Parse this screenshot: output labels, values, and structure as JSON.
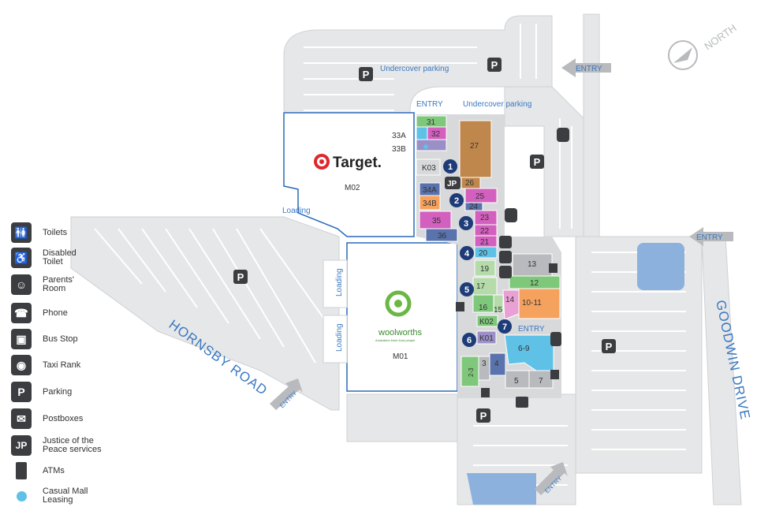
{
  "north_label": "NORTH",
  "roads": {
    "hornsby": "HORNSBY ROAD",
    "goodwin": "GOODWIN DRIVE"
  },
  "entries": [
    {
      "id": "entry-top-right",
      "label": "ENTRY"
    },
    {
      "id": "entry-east",
      "label": "ENTRY"
    },
    {
      "id": "entry-sw",
      "label": "ENTRY"
    },
    {
      "id": "entry-south",
      "label": "ENTRY"
    },
    {
      "id": "entry-centre-top",
      "label": "ENTRY"
    },
    {
      "id": "entry-centre-mall",
      "label": "ENTRY"
    }
  ],
  "undercover": [
    "Undercover parking",
    "Undercover parking"
  ],
  "loading": [
    "Loading",
    "Loading",
    "Loading"
  ],
  "anchors": {
    "target_logo": "Target.",
    "target_code": "M02",
    "woolworths_logo": "woolworths",
    "woolworths_tagline": "Australia's fresh food people",
    "woolworths_code": "M01"
  },
  "shops": [
    "31",
    "32",
    "33A",
    "33B",
    "27",
    "K03",
    "26",
    "34A",
    "25",
    "34B",
    "24",
    "23",
    "35",
    "22",
    "21",
    "36",
    "20",
    "19",
    "13",
    "17",
    "12",
    "16",
    "15",
    "14",
    "10-11",
    "K02",
    "K01",
    "6-9",
    "2-3",
    "3",
    "4",
    "5",
    "7",
    "JP"
  ],
  "numbered_markers": [
    "1",
    "2",
    "3",
    "4",
    "5",
    "6",
    "7"
  ],
  "legend": [
    {
      "icon": "toilets-icon",
      "label": "Toilets"
    },
    {
      "icon": "disabled-toilet-icon",
      "label": "Disabled\nToilet"
    },
    {
      "icon": "parents-room-icon",
      "label": "Parents'\nRoom"
    },
    {
      "icon": "phone-icon",
      "label": "Phone"
    },
    {
      "icon": "bus-stop-icon",
      "label": "Bus Stop"
    },
    {
      "icon": "taxi-rank-icon",
      "label": "Taxi Rank"
    },
    {
      "icon": "parking-icon",
      "label": "Parking",
      "glyph": "P"
    },
    {
      "icon": "postbox-icon",
      "label": "Postboxes"
    },
    {
      "icon": "jp-icon",
      "label": "Justice of the\nPeace services",
      "glyph": "JP"
    },
    {
      "icon": "atm-icon",
      "label": "ATMs"
    },
    {
      "icon": "casual-leasing-icon",
      "label": "Casual Mall\nLeasing"
    }
  ],
  "colors": {
    "road": "#e6e7e8",
    "road_edge": "#cfd1d3",
    "outline": "#2a6ab8",
    "blue_text": "#3a78c2",
    "dark": "#3b3d40",
    "green": "#7fc87b",
    "magenta": "#d35fbe",
    "orange": "#f6a25f",
    "brown": "#c0874c",
    "pink": "#e9a0d4",
    "lightblue": "#5fc1e6",
    "purple": "#9b8fc7",
    "grey": "#b8babd",
    "pale_green": "#b5dbab",
    "navy": "#1e3c78",
    "lake": "#8db1dd"
  }
}
